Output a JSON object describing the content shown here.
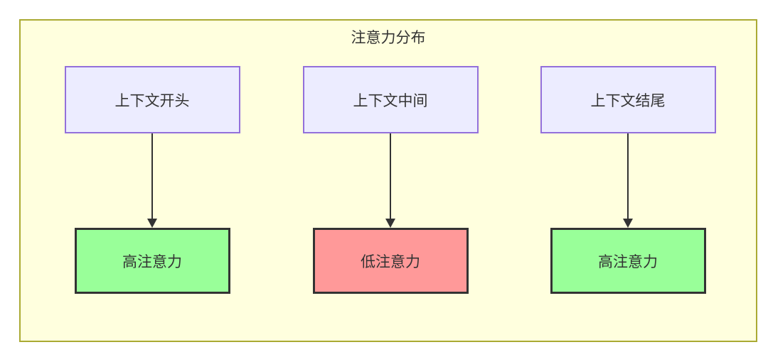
{
  "diagram": {
    "title": "注意力分布",
    "columns": [
      {
        "source": "上下文开头",
        "target": "高注意力",
        "target_type": "high"
      },
      {
        "source": "上下文中间",
        "target": "低注意力",
        "target_type": "low"
      },
      {
        "source": "上下文结尾",
        "target": "高注意力",
        "target_type": "high"
      }
    ],
    "colors": {
      "container_bg": "#ffffde",
      "container_border": "#aaaa33",
      "source_node_bg": "#ececff",
      "source_node_border": "#9370db",
      "high_attention_bg": "#99ff99",
      "low_attention_bg": "#ff9999",
      "node_border_dark": "#333333",
      "arrow": "#333333",
      "text": "#333333"
    }
  }
}
